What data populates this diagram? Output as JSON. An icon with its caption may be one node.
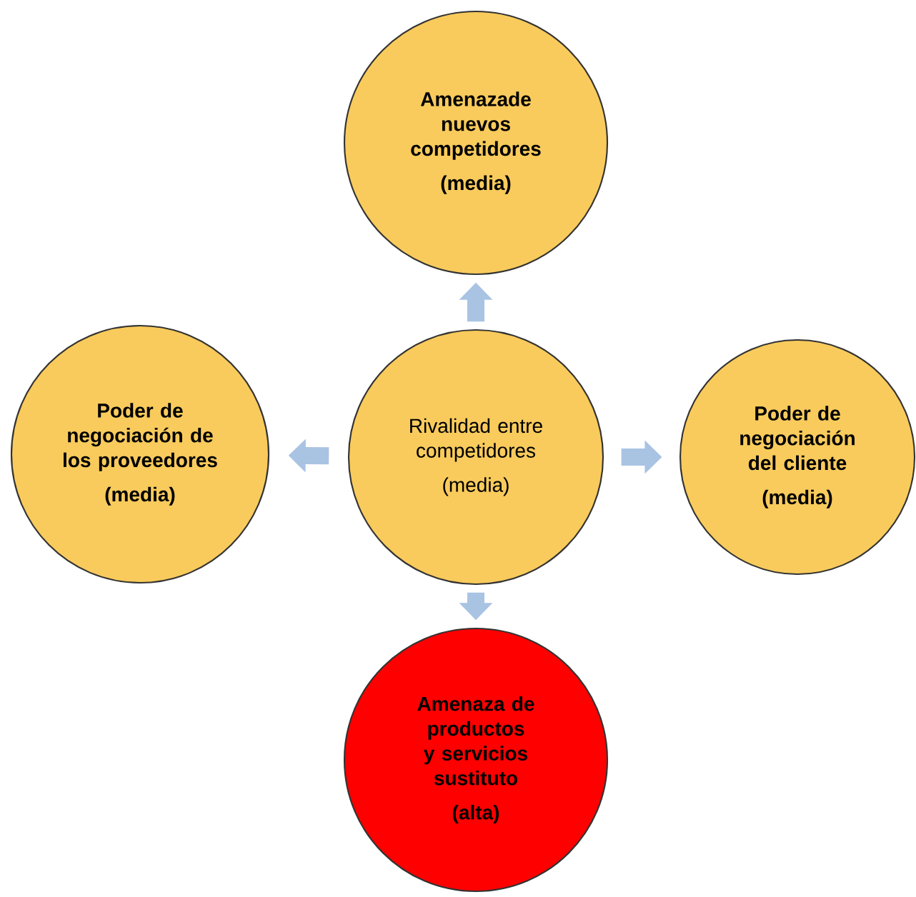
{
  "diagram": {
    "nodes": [
      {
        "text": [
          "Rivalidad entre competidores",
          "(media)"
        ]
      },
      {
        "text": [
          "Amenazade nuevos competidores",
          "(media)"
        ]
      },
      {
        "text": [
          "Poder de negociación de los proveedores",
          "(media)"
        ]
      },
      {
        "text": [
          "Poder de negociación del cliente",
          "(media)"
        ]
      },
      {
        "text": [
          "Amenaza de productos y servicios sustituto",
          "(alta)"
        ]
      }
    ],
    "edges": [
      {
        "from": 0,
        "to": 1,
        "arrow": "to"
      },
      {
        "from": 0,
        "to": 2,
        "arrow": "to"
      },
      {
        "from": 0,
        "to": 3,
        "arrow": "to"
      },
      {
        "from": 0,
        "to": 4,
        "arrow": "to"
      }
    ]
  }
}
